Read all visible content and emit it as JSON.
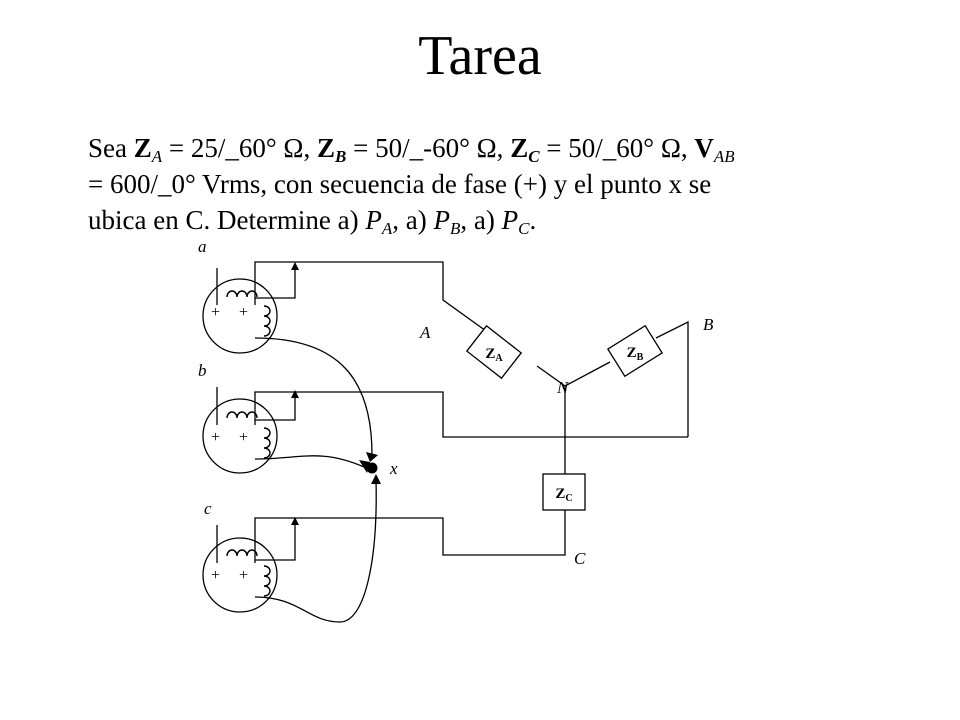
{
  "title": "Tarea",
  "problem": {
    "line1": {
      "t0": "Sea ",
      "za_sym": "Z",
      "za_sub": "A",
      "za_val": " = 25/_60° Ω, ",
      "zb_sym": "Z",
      "zb_sub": "B",
      "zb_val": " = 50/_-60° Ω, ",
      "zc_sym": "Z",
      "zc_sub": "C",
      "zc_val": " = 50/_60° Ω, ",
      "vab_sym": "V",
      "vab_sub": "AB"
    },
    "line2": "= 600/_0° Vrms, con secuencia de fase (+) y el punto x se",
    "line3": {
      "t0": "ubica en C. Determine a) ",
      "pa_sym": "P",
      "pa_sub": "A",
      "t1": ", a) ",
      "pb_sym": "P",
      "pb_sub": "B",
      "t2": ", a) ",
      "pc_sym": "P",
      "pc_sub": "C",
      "t3": "."
    }
  },
  "circuit": {
    "source_a_label": "a",
    "source_b_label": "b",
    "source_c_label": "c",
    "plus": "+",
    "node_x_label": "x",
    "node_A_label": "A",
    "node_B_label": "B",
    "node_N_label": "N",
    "node_C_label": "C",
    "za": {
      "main": "Z",
      "sub": "A"
    },
    "zb": {
      "main": "Z",
      "sub": "B"
    },
    "zc": {
      "main": "Z",
      "sub": "C"
    }
  }
}
